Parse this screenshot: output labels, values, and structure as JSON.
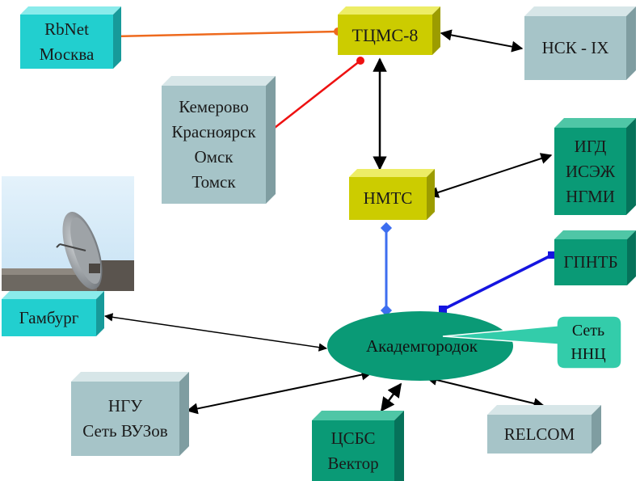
{
  "colors": {
    "cyan": "#22cfcf",
    "gray_blue": "#a6c4c8",
    "olive": "#cccc00",
    "teal": "#0a9a76",
    "arrow": "#000000",
    "orange_link": "#ee6a1e",
    "red_link": "#ee1111",
    "light_blue_link": "#3d6ef0",
    "blue_link": "#1515e0",
    "callout_fill": "#33ccaa"
  },
  "nodes": {
    "rbnet": {
      "lines": [
        "RbNet",
        "Москва"
      ]
    },
    "tcms": {
      "lines": [
        "ТЦМС-8"
      ]
    },
    "nsk_ix": {
      "lines": [
        "НСК - IX"
      ]
    },
    "siberia": {
      "lines": [
        "Кемерово",
        "Красноярск",
        "Омск",
        "Томск"
      ]
    },
    "igd": {
      "lines": [
        "ИГД",
        "ИСЭЖ",
        "НГМИ"
      ]
    },
    "nmts": {
      "lines": [
        "НМТС"
      ]
    },
    "gpntb": {
      "lines": [
        "ГПНТБ"
      ]
    },
    "hamburg": {
      "lines": [
        "Гамбург"
      ]
    },
    "akadem": {
      "lines": [
        "Академгородок"
      ]
    },
    "ngu": {
      "lines": [
        "НГУ",
        "Сеть ВУЗов"
      ]
    },
    "csbs": {
      "lines": [
        "ЦСБС",
        "Вектор"
      ]
    },
    "relcom": {
      "lines": [
        "RELCOM"
      ]
    }
  },
  "callout": {
    "lines": [
      "Сеть",
      "ННЦ"
    ]
  },
  "photo": {
    "subject": "satellite-dish"
  }
}
